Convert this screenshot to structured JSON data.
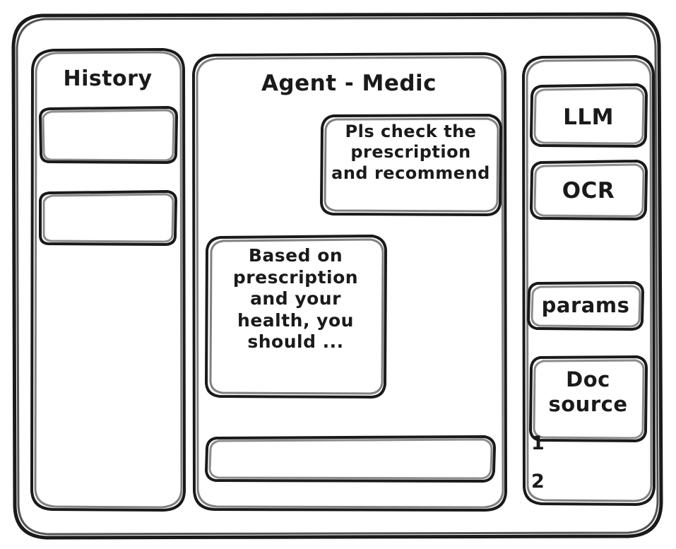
{
  "window": {
    "style": "hand-drawn-wireframe",
    "stroke_color": "#1a1a1a",
    "background_color": "#ffffff"
  },
  "sidebar_history": {
    "title": "History",
    "items": [
      {
        "label": ""
      },
      {
        "label": ""
      }
    ]
  },
  "main": {
    "title": "Agent - Medic",
    "messages": [
      {
        "role": "user",
        "text": "Pls check the\nprescription\nand recommend"
      },
      {
        "role": "assistant",
        "text": "Based on\nprescription\nand your\nhealth, you\nshould ..."
      }
    ],
    "composer": {
      "value": "",
      "placeholder": ""
    }
  },
  "sidebar_tools": {
    "buttons": [
      {
        "label": "LLM"
      },
      {
        "label": "OCR"
      },
      {
        "label": "params"
      }
    ],
    "doc_source": {
      "label": "Doc\nsource",
      "items": [
        {
          "marker": "1",
          "label": ""
        },
        {
          "marker": "2",
          "label": ""
        }
      ]
    }
  }
}
